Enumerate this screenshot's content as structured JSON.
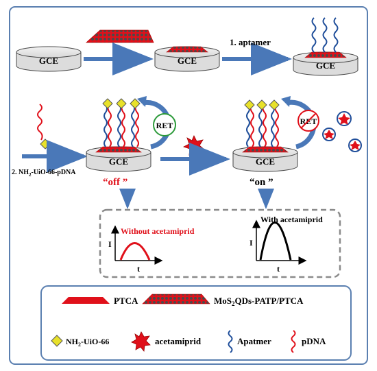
{
  "electrodes": {
    "gce_label": "GCE"
  },
  "steps": {
    "aptamer": "1. aptamer",
    "pdna": "2. NH",
    "pdna_sub": "2",
    "pdna_rest": "-UiO-66-pDNA"
  },
  "states": {
    "off": "“off ”",
    "on": "“on ”"
  },
  "ret_label": "RET",
  "plots": {
    "without": "Without acetamiprid",
    "with": "With acetamiprid",
    "y_axis": "I",
    "x_axis": "t"
  },
  "legend": {
    "ptca": "PTCA",
    "mos2_a": "MoS",
    "mos2_sub": "2",
    "mos2_b": "QDs-PATP/PTCA",
    "nh2_a": "NH",
    "nh2_sub": "2",
    "nh2_b": "-UiO-66",
    "acetamiprid": "acetamiprid",
    "apatmer": "Apatmer",
    "pdna": "pDNA"
  },
  "colors": {
    "ptca_red": "#e0101a",
    "blue_strand": "#1f4e9a",
    "red_strand": "#e0101a",
    "diamond": "#e8e12a",
    "arrow_blue": "#4a78b8",
    "off_red": "#e0101a"
  }
}
